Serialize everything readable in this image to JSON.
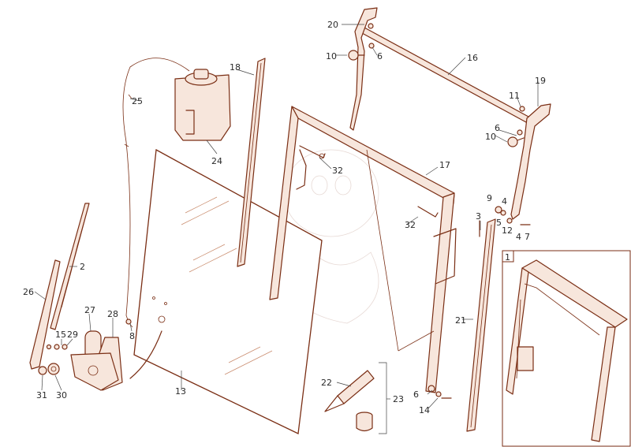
{
  "labels": {
    "l1": "1",
    "l2": "2",
    "l3": "3",
    "l4": "4",
    "l4b": "4",
    "l5": "5",
    "l6a": "6",
    "l6b": "6",
    "l6c": "6",
    "l7": "7",
    "l8": "8",
    "l9": "9",
    "l10a": "10",
    "l10b": "10",
    "l11": "11",
    "l12": "12",
    "l13": "13",
    "l14": "14",
    "l15": "15",
    "l16": "16",
    "l17": "17",
    "l18": "18",
    "l19": "19",
    "l20": "20",
    "l21": "21",
    "l22": "22",
    "l23": "23",
    "l24": "24",
    "l25": "25",
    "l26": "26",
    "l27": "27",
    "l28": "28",
    "l29": "29",
    "l30": "30",
    "l31": "31",
    "l32a": "32",
    "l32b": "32"
  },
  "colors": {
    "line": "#7a2e14",
    "fill": "#f7e6dc",
    "text": "#2a2a2a"
  }
}
